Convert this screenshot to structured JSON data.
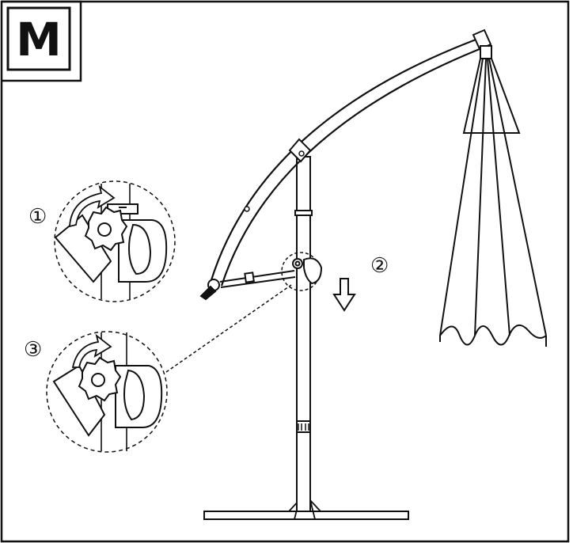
{
  "panel": {
    "letter": "M"
  },
  "steps": {
    "one": "①",
    "two": "②",
    "three": "③"
  }
}
